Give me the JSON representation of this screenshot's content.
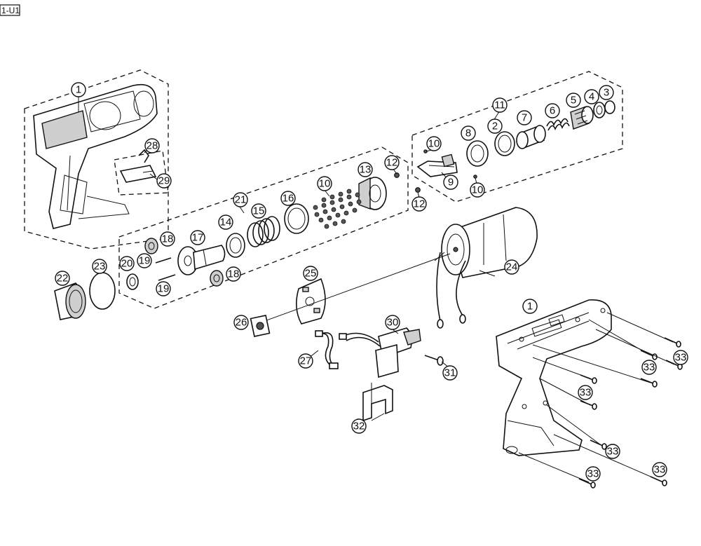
{
  "figure_code": "1-U1",
  "callouts": [
    "1",
    "2",
    "3",
    "4",
    "5",
    "6",
    "7",
    "8",
    "9",
    "10",
    "11",
    "12",
    "13",
    "14",
    "15",
    "16",
    "17",
    "18",
    "19",
    "20",
    "21",
    "22",
    "23",
    "24",
    "25",
    "26",
    "27",
    "28",
    "29",
    "30",
    "31",
    "32",
    "33"
  ]
}
